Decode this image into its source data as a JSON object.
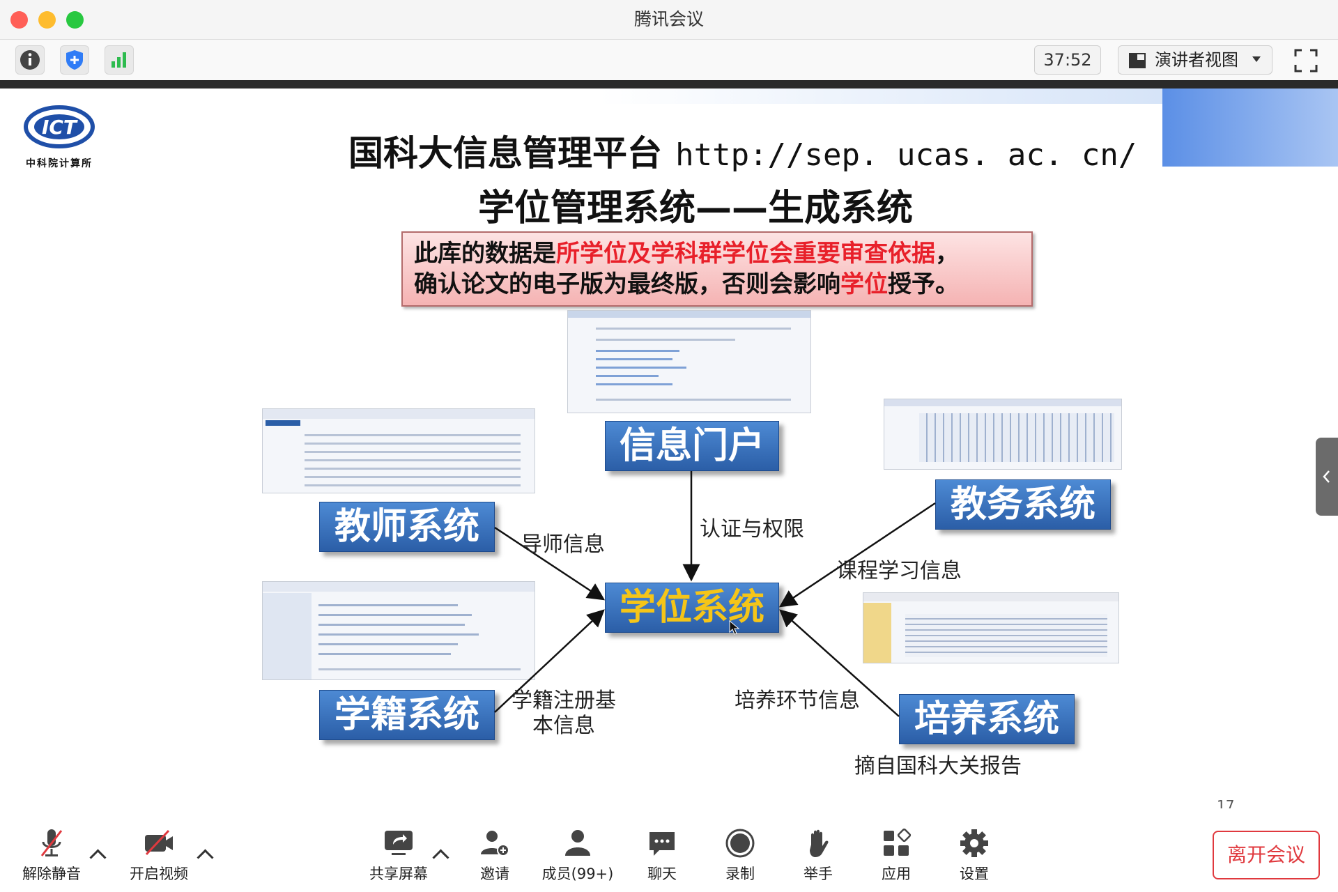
{
  "window": {
    "title": "腾讯会议"
  },
  "toolbar": {
    "timer": "37:52",
    "view_select": "演讲者视图",
    "icons": [
      "info-icon",
      "shield-icon",
      "signal-icon"
    ]
  },
  "slide": {
    "title_cn": "国科大信息管理平台",
    "title_url": "http://sep. ucas. ac. cn/",
    "subtitle": "学位管理系统——生成系统",
    "logo_text": "中科院计算所",
    "notice": {
      "line1_black": "此库的数据是",
      "line1_red": "所学位及学科群学位会重要审查依据",
      "line1_end": "，",
      "line2_black": "确认论文的电子版为最终版，否则会影响",
      "line2_red": "学位",
      "line2_end": "授予。"
    },
    "systems": {
      "portal": "信息门户",
      "teacher": "教师系统",
      "academic": "教务系统",
      "degree": "学位系统",
      "registry": "学籍系统",
      "training": "培养系统"
    },
    "arrow_labels": {
      "advisor": "导师信息",
      "auth": "认证与权限",
      "course": "课程学习信息",
      "registry_a": "学籍注册基",
      "registry_b": "本信息",
      "training": "培养环节信息"
    },
    "source_note": "摘自国科大关报告",
    "page_number": "17"
  },
  "bottom_bar": {
    "unmute": "解除静音",
    "start_video": "开启视频",
    "share_screen": "共享屏幕",
    "invite": "邀请",
    "members": "成员(99+)",
    "chat": "聊天",
    "record": "录制",
    "raise_hand": "举手",
    "apps": "应用",
    "settings": "设置",
    "leave": "离开会议"
  },
  "colors": {
    "accent_blue": "#2b5ea7",
    "degree_text": "#f5c518",
    "leave_red": "#e0393e",
    "notice_red": "#e8202a"
  }
}
